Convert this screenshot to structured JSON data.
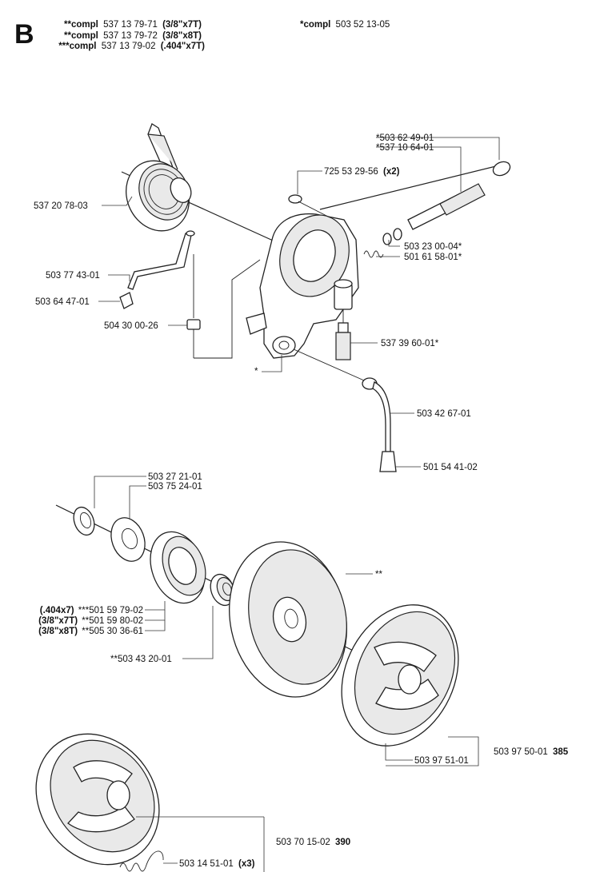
{
  "section_letter": "B",
  "header": {
    "left": [
      {
        "prefix": "**compl",
        "number": "537 13 79-71",
        "spec": "(3/8\"x7T)"
      },
      {
        "prefix": "**compl",
        "number": "537 13 79-72",
        "spec": "(3/8\"x8T)"
      },
      {
        "prefix": "***compl",
        "number": "537 13 79-02",
        "spec": "(.404\"x7T)"
      }
    ],
    "right": {
      "prefix": "*compl",
      "number": "503 52 13-05"
    }
  },
  "labels": {
    "p_503_62_49_01": "*503 62 49-01",
    "p_537_10_64_01": "*537 10 64-01",
    "p_725_53_29_56": "725 53 29-56",
    "p_725_53_29_56_qty": "(x2)",
    "p_537_20_78_03": "537 20 78-03",
    "p_503_23_00_04": "503 23 00-04*",
    "p_501_61_58_01": "501 61 58-01*",
    "p_503_77_43_01": "503 77 43-01",
    "p_503_64_47_01": "503 64 47-01",
    "p_504_30_00_26": "504 30 00-26",
    "p_537_39_60_01": "537 39 60-01*",
    "star": "*",
    "p_503_42_67_01": "503 42 67-01",
    "p_501_54_41_02": "501 54 41-02",
    "p_503_27_21_01": "503 27 21-01",
    "p_503_75_24_01": "503 75 24-01",
    "star_star": "**",
    "spec_404x7": "(.404x7)",
    "p_501_59_79_02": "***501 59 79-02",
    "spec_38x7t": "(3/8\"x7T)",
    "p_501_59_80_02": "**501 59 80-02",
    "spec_38x8t": "(3/8\"x8T)",
    "p_505_30_36_61": "**505 30 36-61",
    "p_503_43_20_01": "**503 43 20-01",
    "p_503_97_51_01": "503 97 51-01",
    "p_503_97_50_01": "503 97 50-01",
    "p_503_97_50_01_model": "385",
    "p_503_70_15_02": "503 70 15-02",
    "p_503_70_15_02_model": "390",
    "p_503_14_51_01": "503 14 51-01",
    "p_503_14_51_01_qty": "(x3)"
  }
}
